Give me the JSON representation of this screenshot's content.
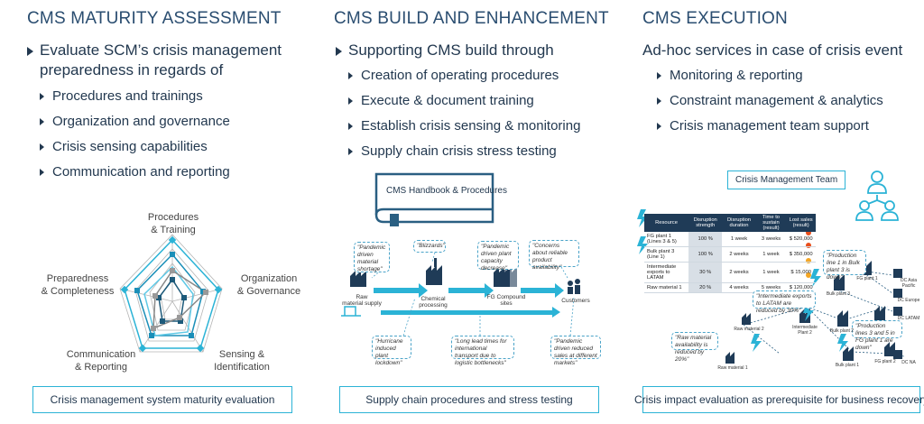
{
  "col1": {
    "title": "CMS MATURITY ASSESSMENT",
    "main_bullet": "Evaluate SCM’s crisis management preparedness in regards of",
    "sub_bullets": [
      "Procedures and trainings",
      "Organization and governance",
      "Crisis sensing capabilities",
      "Communication and reporting"
    ],
    "radar_labels": {
      "top": "Procedures\n& Training",
      "right": "Organization\n& Governance",
      "bottom_right": "Sensing &\nIdentification",
      "bottom_left": "Communication\n& Reporting",
      "left": "Preparedness\n& Completeness"
    },
    "caption": "Crisis management system maturity evaluation"
  },
  "col2": {
    "title": "CMS BUILD AND ENHANCEMENT",
    "main_bullet": "Supporting CMS build through",
    "sub_bullets": [
      "Creation of operating procedures",
      "Execute & document training",
      "Establish crisis sensing & monitoring",
      "Supply chain crisis stress testing"
    ],
    "handbook_label": "CMS Handbook & Procedures",
    "flow": {
      "raw": "Raw\nmaterial supply",
      "chemical": "Chemical\nprocessing",
      "fg": "FG Compound\nsites",
      "customers": "Customers"
    },
    "notes": {
      "pandemic_shortage": "\"Pandemic driven material shortage\"",
      "blizzards": "\"Blizzards\"",
      "pandemic_capacity": "\"Pandemic driven plant capacity decrease\"",
      "concerns": "\"Concerns about reliable product availability\"",
      "hurricane": "\"Hurricane induced plant lockdown\"",
      "lead_times": "\"Long lead times for international transport due to logistic bottlenecks\"",
      "pandemic_sales": "\"Pandemic driven reduced sales at different markets\""
    },
    "caption": "Supply chain procedures and stress testing"
  },
  "col3": {
    "title": "CMS EXECUTION",
    "main_bullet": "Ad-hoc services in case of crisis event",
    "sub_bullets": [
      "Monitoring & reporting",
      "Constraint management & analytics",
      "Crisis management team support"
    ],
    "team_box": "Crisis Management Team",
    "table": {
      "headers": [
        "Resource",
        "Disruption strength",
        "Disruption duration",
        "Time to sustain (result)",
        "Lost sales (result)"
      ],
      "rows": [
        [
          "FG plant 1 (Lines 3 & 5)",
          "100 %",
          "1 week",
          "3 weeks",
          "$ 520,000"
        ],
        [
          "Bulk plant 3 (Line 1)",
          "100 %",
          "2 weeks",
          "1 week",
          "$ 350,000"
        ],
        [
          "Intermediate exports to LATAM",
          "30 %",
          "2 weeks",
          "1 week",
          "$ 15,000"
        ],
        [
          "Raw material 1",
          "20 %",
          "4 weeks",
          "5 weeks",
          "$ 120,000"
        ]
      ]
    },
    "notes": {
      "production_line": "\"Production line 1 in Bulk plant 3 is down\"",
      "intermediate": "\"Intermediate exports to LATAM are reduced by 30%\"",
      "raw_material": "\"Raw material availability is reduced by 20%\"",
      "production_lines_fg": "\"Production lines 3 and 5 in FG plant 1 are down\""
    },
    "network_labels": [
      "Raw material 1",
      "Raw material 2",
      "Intermediate Plant 2",
      "Bulk plant 3",
      "Bulk plant 2",
      "Bulk plant 1",
      "FG plant 1",
      "FG plant 2",
      "DC Asia Pacific",
      "DC Europe",
      "DC LATAM",
      "DC NA"
    ],
    "caption": "Crisis impact evaluation as prerequisite for business recovery"
  },
  "colors": {
    "accent": "#2bb3d6",
    "navy": "#1f3b57",
    "title": "#2a4d70"
  }
}
